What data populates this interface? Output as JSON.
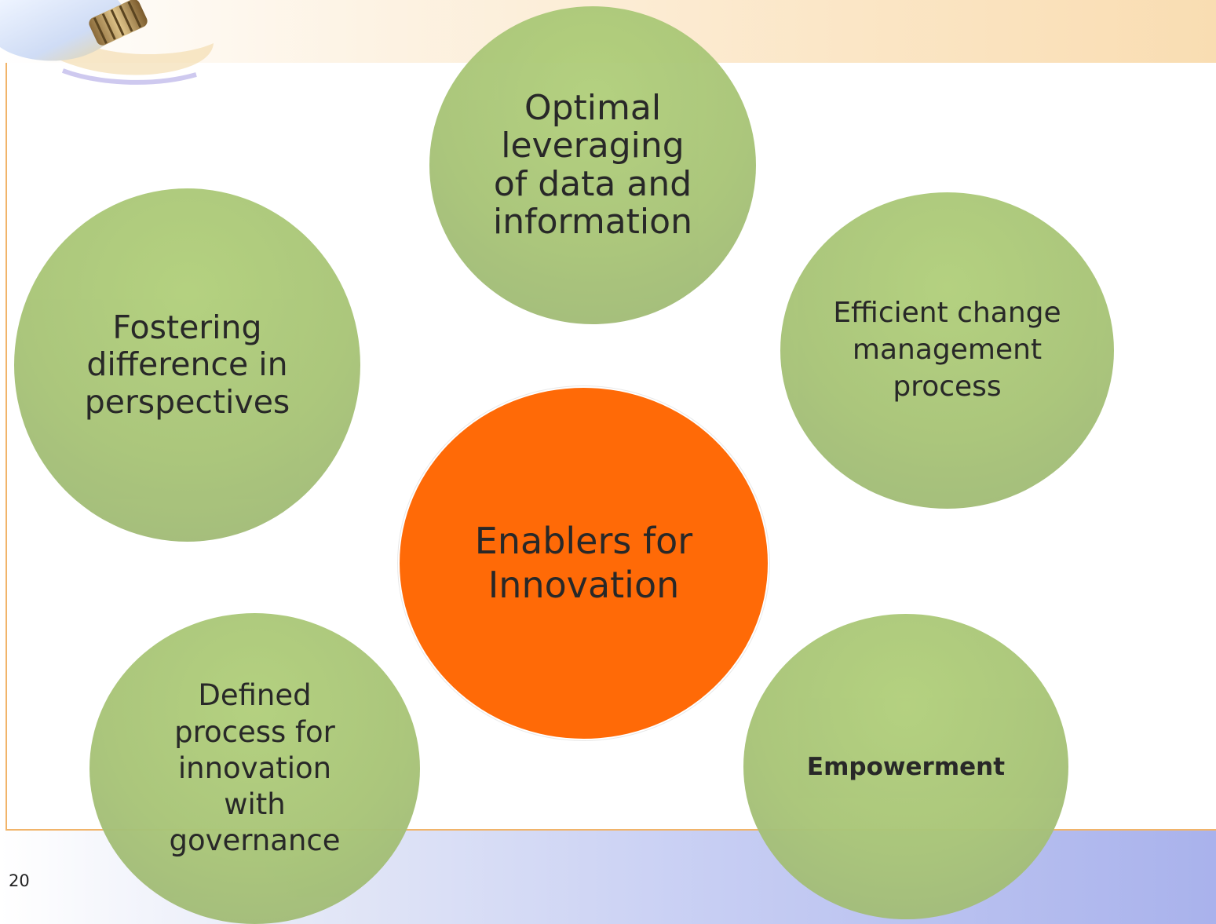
{
  "slide": {
    "page_number": "20",
    "center_label": "Enablers for Innovation",
    "nodes": {
      "top": "Optimal leveraging of data and information",
      "left": "Fostering difference in perspectives",
      "right": "Efficient change management process",
      "bottom_left": "Defined process for innovation with governance",
      "bottom_right": "Empowerment"
    },
    "colors": {
      "center": "#ff6600",
      "nodes": "#a9c578",
      "frame": "#f1b46a"
    }
  }
}
